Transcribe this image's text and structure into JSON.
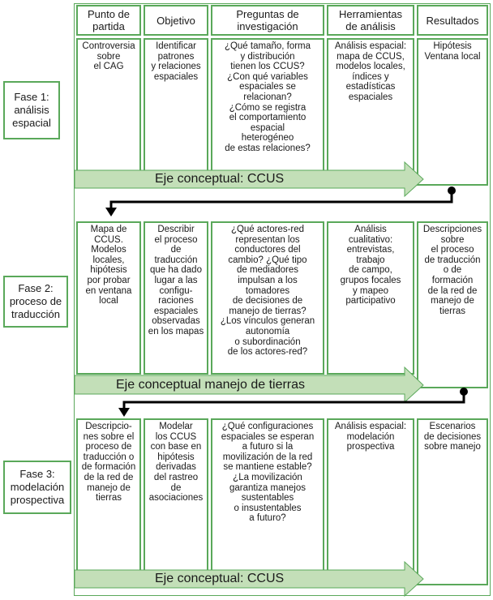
{
  "headers": [
    "Punto de\npartida",
    "Objetivo",
    "Preguntas de\ninvestigación",
    "Herramientas\nde análisis",
    "Resultados"
  ],
  "phases": [
    {
      "label": "Fase 1:\nanálisis\nespacial",
      "axis": "Eje conceptual: CCUS",
      "cells": [
        "Controversia\nsobre\nel CAG",
        "Identificar\npatrones\ny relaciones\nespaciales",
        "¿Qué tamaño, forma\ny distribución\ntienen los CCUS?\n¿Con qué variables\nespaciales se\nrelacionan?\n¿Cómo se registra\nel comportamiento\nespacial\nheterogéneo\nde estas relaciones?",
        "Análisis espacial:\nmapa de CCUS,\nmodelos locales,\níndices y\nestadísticas\nespaciales",
        "Hipótesis\nVentana local"
      ]
    },
    {
      "label": "Fase 2:\nproceso de\ntraducción",
      "axis": "Eje conceptual manejo de tierras",
      "cells": [
        "Mapa de\nCCUS.\nModelos\nlocales,\nhipótesis\npor probar\nen ventana\nlocal",
        "Describir\nel proceso\nde\ntraducción\nque ha dado\nlugar a las\nconfigu-\nraciones\nespaciales\nobservadas\nen los mapas",
        "¿Qué actores-red\nrepresentan los\nconductores del\ncambio? ¿Qué tipo\nde mediadores\nimpulsan a los\ntomadores\nde decisiones de\nmanejo de tierras?\n¿Los vínculos generan\nautonomía\no subordinación\nde los actores-red?",
        "Análisis\ncualitativo:\nentrevistas,\ntrabajo\nde campo,\ngrupos focales\ny mapeo\nparticipativo",
        "Descripciones\nsobre\nel proceso\nde traducción\no de\nformación\nde la red de\nmanejo de\ntierras"
      ]
    },
    {
      "label": "Fase 3:\nmodelación\nprospectiva",
      "axis": "Eje conceptual: CCUS",
      "cells": [
        "Descripcio-\nnes sobre el\nproceso de\ntraducción o\nde formación\nde la red de\nmanejo de\ntierras",
        "Modelar\nlos CCUS\ncon base en\nhipótesis\nderivadas\ndel rastreo\nde\nasociaciones",
        "¿Qué configuraciones\nespaciales se esperan\na futuro si la\nmovilización de la red\nse mantiene estable?\n¿La movilización\ngarantiza manejos\nsustentables\no insustentables\na futuro?",
        "Análisis espacial:\nmodelación\nprospectiva",
        "Escenarios\nde decisiones\nsobre manejo"
      ]
    }
  ],
  "colors": {
    "border": "#5aa85a",
    "arrow_fill": "#c3dfb8",
    "arrow_stroke": "#5aa85a",
    "connector": "#000000"
  }
}
